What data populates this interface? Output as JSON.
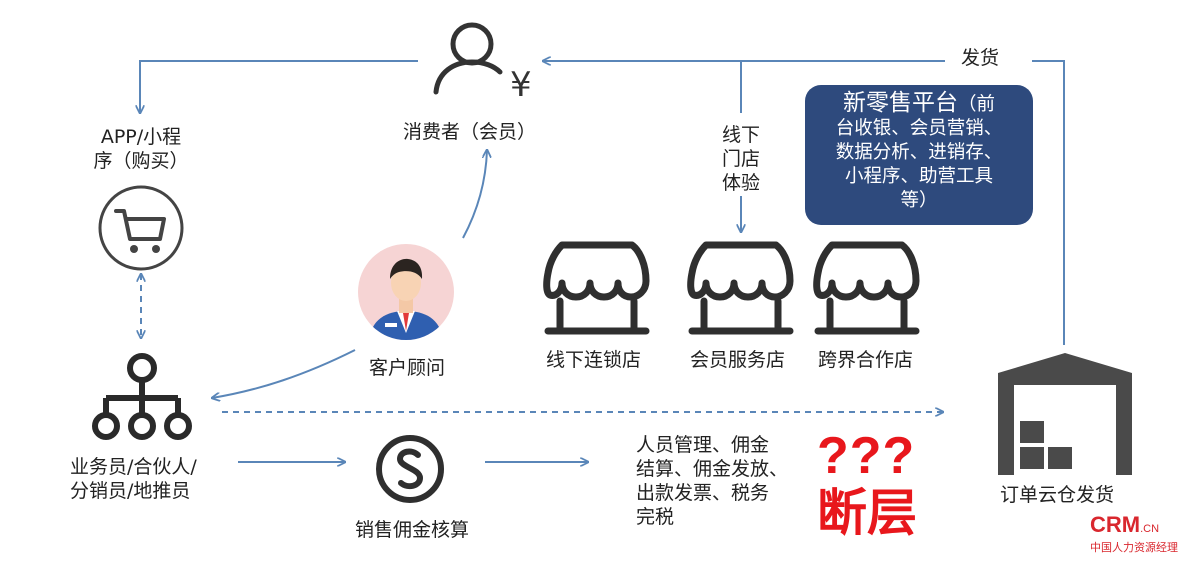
{
  "labels": {
    "consumer": "消费者（会员）",
    "app": "APP/小程\n序（购买）",
    "offline_visit": "线下\n门店\n体验",
    "ship": "发货",
    "advisor": "客户顾问",
    "store_chain": "线下连锁店",
    "store_member": "会员服务店",
    "store_cross": "跨界合作店",
    "sales_people": "业务员/合伙人/\n分销员/地推员",
    "commission": "销售佣金核算",
    "mgmt": "人员管理、佣金\n结算、佣金发放、\n出款发票、税务\n完税",
    "warehouse": "订单云仓发货"
  },
  "platform": {
    "title": "新零售平台",
    "title_suffix": "（前",
    "body": "台收银、会员营销、\n数据分析、进销存、\n小程序、助营工具\n等）"
  },
  "gap": {
    "marks": "???",
    "text": "断层"
  },
  "brand": {
    "logo_c": "C",
    "logo_rest": "RM",
    "logo_tld": ".CN",
    "tagline": "中国人力资源经理"
  },
  "colors": {
    "arrow": "#5a86b8",
    "icon": "#333333",
    "platform_bg": "#2e4a7d",
    "accent_red": "#e8171c",
    "brand_red": "#d9272e",
    "warehouse": "#4a4a4a"
  }
}
